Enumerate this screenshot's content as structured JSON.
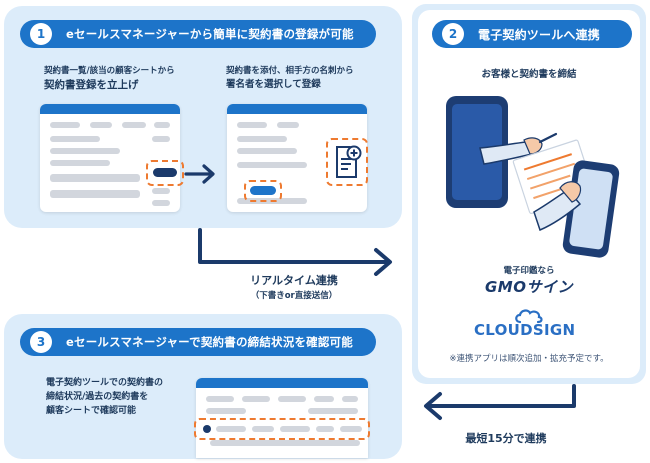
{
  "step1": {
    "number": "1",
    "title": "eセールスマネージャーから簡単に契約書の登録が可能",
    "label_left_line1": "契約書一覧/該当の顧客シートから",
    "label_left_line2": "契約書登録を立上げ",
    "label_right_line1": "契約書を添付、相手方の名刺から",
    "label_right_line2": "署名者を選択して登録"
  },
  "step2": {
    "number": "2",
    "title": "電子契約ツールへ連携",
    "subtitle": "お客様と契約書を締結",
    "gmo_caption": "電子印鑑なら",
    "gmo_logo": "GMOサイン",
    "cloudsign_logo": "CLOUDSIGN",
    "note": "※連携アプリは順次追加・拡充予定です。"
  },
  "step3": {
    "number": "3",
    "title": "eセールスマネージャーで契約書の締結状況を確認可能",
    "label_line1": "電子契約ツールでの契約書の",
    "label_line2": "締結状況/過去の契約書を",
    "label_line3": "顧客シートで確認可能"
  },
  "realtime": {
    "title": "リアルタイム連携",
    "sub": "（下書きor直接送信）"
  },
  "fastest": {
    "title": "最短15分で連携"
  },
  "colors": {
    "primary": "#1d74c9",
    "panel": "#dcecfa",
    "accent": "#ee7a30",
    "navy": "#1b3a6b"
  }
}
